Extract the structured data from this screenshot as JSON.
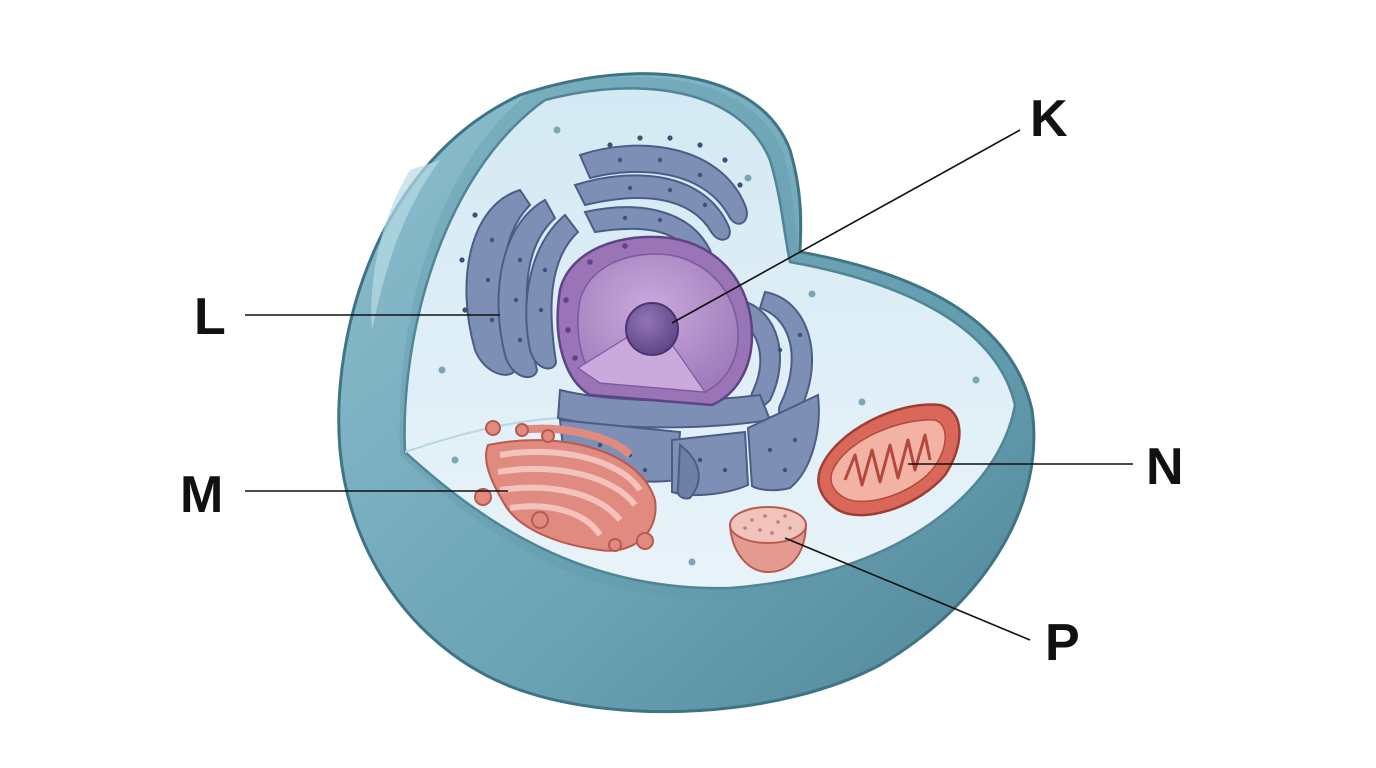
{
  "labels": {
    "K": "K",
    "L": "L",
    "M": "M",
    "N": "N",
    "P": "P"
  },
  "colors": {
    "membrane_outer": "#6aa3b4",
    "membrane_dark": "#4f8597",
    "cytoplasm": "#dcedf6",
    "nucleus": "#b592c9",
    "nucleolus": "#7a5a9e",
    "endoplasmic_reticulum": "#7e8fb6",
    "golgi": "#e08a80",
    "mitochondrion": "#d9685a",
    "vesicle": "#e7a39b",
    "leader_line": "#111111"
  },
  "icons": {
    "K": "nucleolus",
    "L": "rough-endoplasmic-reticulum",
    "M": "golgi-apparatus",
    "N": "mitochondrion",
    "P": "vesicle"
  }
}
